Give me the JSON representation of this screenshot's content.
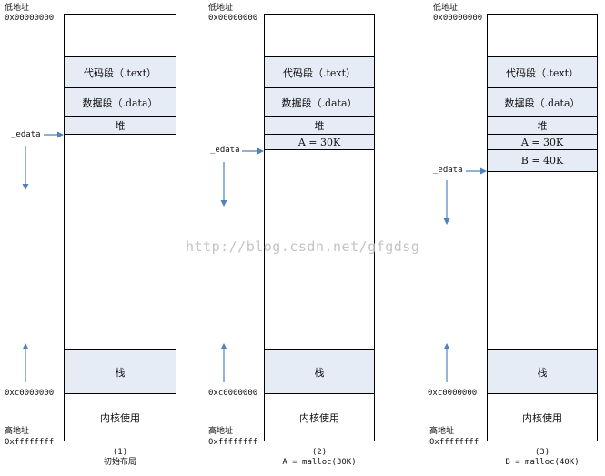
{
  "colors": {
    "segment_fill": "#e6ecf6",
    "arrow": "#4f81bd",
    "watermark": "#c4c4c4"
  },
  "labels": {
    "low_addr": "低地址",
    "low_hex": "0x00000000",
    "high_addr": "高地址",
    "high_hex": "0xffffffff",
    "stack_base_hex": "0xc0000000",
    "edata": "_edata"
  },
  "segments": {
    "text": "代码段（.text）",
    "data": "数据段（.data）",
    "heap": "堆",
    "a": "A = 30K",
    "b": "B = 40K",
    "stack": "栈",
    "kernel": "内核使用"
  },
  "captions": [
    {
      "num": "(1)",
      "text": "初始布局"
    },
    {
      "num": "(2)",
      "text": "A = malloc(30K)"
    },
    {
      "num": "(3)",
      "text": "B = malloc(40K)"
    }
  ],
  "watermark": "http://blog.csdn.net/gfgdsg"
}
